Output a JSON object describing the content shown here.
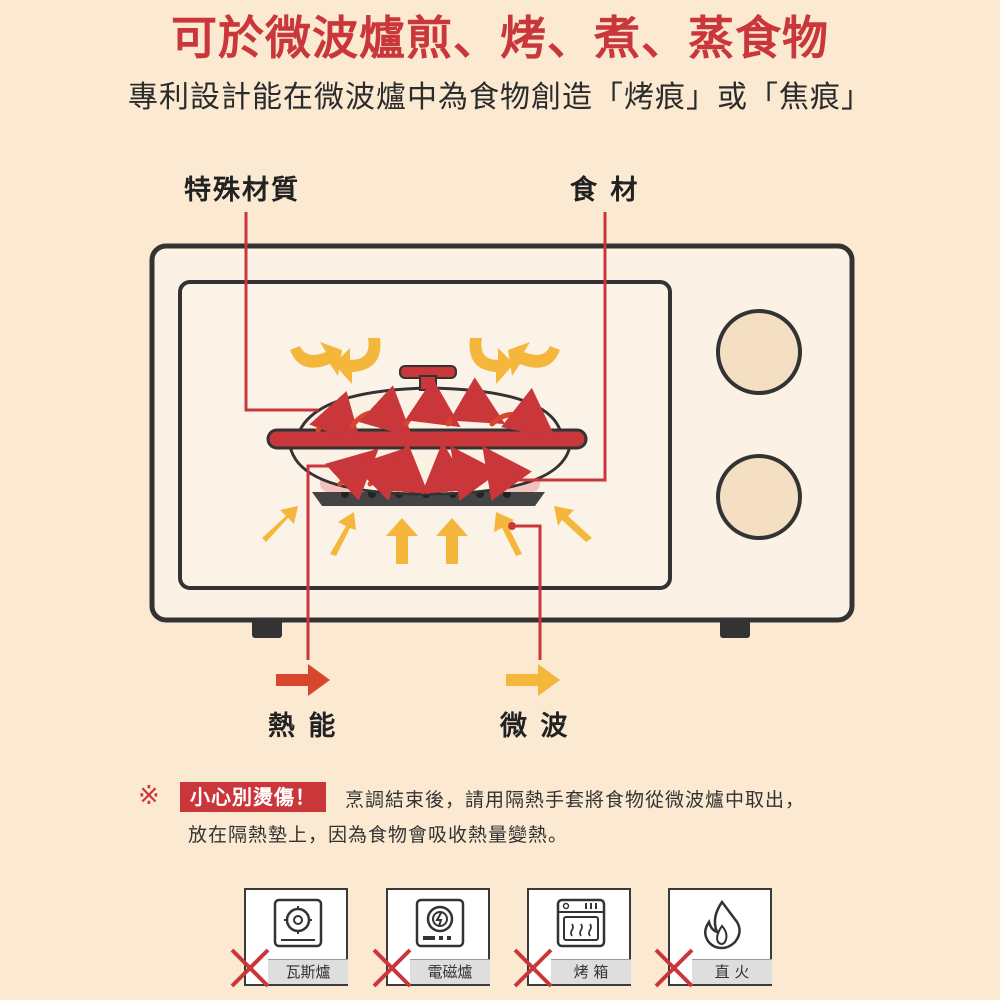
{
  "header": {
    "title": "可於微波爐煎、烤、煮、蒸食物",
    "subtitle": "專利設計能在微波爐中為食物創造「烤痕」或「焦痕」"
  },
  "diagram": {
    "labels": {
      "material": "特殊材質",
      "food": "食 材",
      "heat": "熱 能",
      "microwave": "微 波"
    }
  },
  "warning": {
    "mark": "※",
    "badge": "小心別燙傷！",
    "line1": "烹調結束後，請用隔熱手套將食物從微波爐中取出，",
    "line2": "放在隔熱墊上，因為食物會吸收熱量變熱。"
  },
  "not_supported": [
    {
      "label": "瓦斯爐",
      "icon": "gas-stove-icon"
    },
    {
      "label": "電磁爐",
      "icon": "induction-cooker-icon"
    },
    {
      "label": "烤 箱",
      "icon": "oven-icon"
    },
    {
      "label": "直 火",
      "icon": "open-flame-icon"
    }
  ],
  "colors": {
    "accent_red": "#c9373b",
    "arrow_orange": "#d8462e",
    "arrow_yellow": "#f5b63c",
    "oven_body": "#fbf1e5",
    "knob": "#f4dfc3",
    "outline": "#333333",
    "background": "#fbe9d2"
  }
}
